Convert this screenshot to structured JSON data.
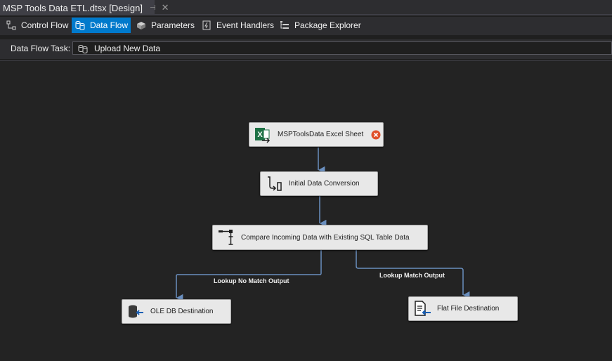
{
  "document_tab": {
    "title": "MSP Tools Data ETL.dtsx [Design]",
    "pin_glyph": "⊣",
    "close_glyph": "✕"
  },
  "designer_tabs": [
    {
      "label": "Control Flow",
      "icon": "control-flow-icon"
    },
    {
      "label": "Data Flow",
      "icon": "data-flow-icon",
      "active": true
    },
    {
      "label": "Parameters",
      "icon": "parameters-icon"
    },
    {
      "label": "Event Handlers",
      "icon": "event-handlers-icon"
    },
    {
      "label": "Package Explorer",
      "icon": "package-explorer-icon"
    }
  ],
  "task_selector": {
    "label": "Data Flow Task:",
    "value": "Upload New Data",
    "icon": "data-flow-task-icon"
  },
  "components": {
    "excel_source": {
      "label": "MSPToolsData Excel Sheet",
      "icon": "excel-source-icon",
      "has_error": true
    },
    "data_conversion": {
      "label": "Initial Data Conversion",
      "icon": "data-conversion-icon"
    },
    "lookup": {
      "label": "Compare Incoming Data with Existing SQL Table Data",
      "icon": "lookup-icon"
    },
    "oledb_destination": {
      "label": "OLE DB Destination",
      "icon": "oledb-destination-icon"
    },
    "flatfile_destination": {
      "label": "Flat File Destination",
      "icon": "flat-file-destination-icon"
    }
  },
  "paths": {
    "no_match": "Lookup No Match Output",
    "match": "Lookup Match Output"
  },
  "colors": {
    "accent": "#007acc",
    "connector": "#6a8fbf",
    "error": "#e0502a"
  }
}
